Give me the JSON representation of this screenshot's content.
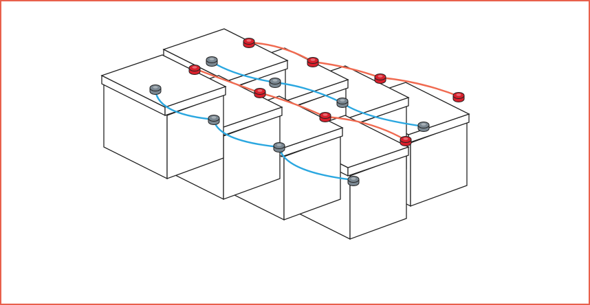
{
  "diagram": {
    "subject": "battery-bank",
    "arrangement": {
      "rows": 2,
      "columns": 4,
      "total_batteries": 8
    },
    "colors": {
      "frame_border": "#e8604c",
      "battery_fill": "#ffffff",
      "battery_outline": "#222222",
      "positive_terminal": "#d8202c",
      "negative_terminal": "#7a8791",
      "positive_cable": "#f06a50",
      "negative_cable": "#2aa7e0"
    },
    "icons": {
      "positive_terminal": "red-terminal-post-icon",
      "negative_terminal": "grey-terminal-post-icon"
    }
  }
}
